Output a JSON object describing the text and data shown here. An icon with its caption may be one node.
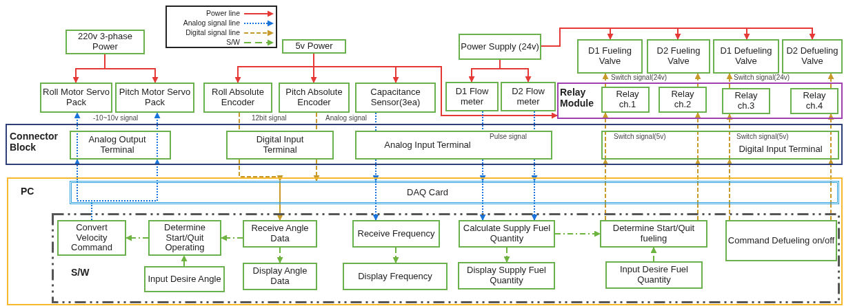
{
  "diagram": {
    "nodes": [
      {
        "text": [
          "220v 3-phase Power"
        ]
      },
      {
        "text": [
          "Roll Motor Servo Pack"
        ]
      },
      {
        "text": [
          "Pitch Motor Servo Pack"
        ]
      },
      {
        "text": [
          "5v Power"
        ]
      },
      {
        "text": [
          "Roll Absolute Encoder"
        ]
      },
      {
        "text": [
          "Pitch Absolute Encoder"
        ]
      },
      {
        "text": [
          "Capacitance Sensor(3ea)"
        ]
      },
      {
        "text": [
          "Power Supply (24v)"
        ]
      },
      {
        "text": [
          "D1 Flow meter"
        ]
      },
      {
        "text": [
          "D2 Flow meter"
        ]
      },
      {
        "text": [
          "D1 Fueling Valve"
        ]
      },
      {
        "text": [
          "D2 Fueling Valve"
        ]
      },
      {
        "text": [
          "D1 Defueling Valve"
        ]
      },
      {
        "text": [
          "D2 Defueling Valve"
        ]
      },
      {
        "text": [
          "Relay Module"
        ]
      },
      {
        "text": [
          "Relay ch.1"
        ],
        "in": 14
      },
      {
        "text": [
          "Relay ch.2"
        ],
        "in": 14
      },
      {
        "text": [
          "Relay ch.3"
        ],
        "in": 14
      },
      {
        "text": [
          "Relay ch.4"
        ],
        "in": 14
      },
      {
        "text": [
          "Connector Block"
        ]
      },
      {
        "text": [
          "Analog Output Terminal"
        ],
        "in": 19
      },
      {
        "text": [
          "Digital Input Terminal"
        ],
        "in": 19
      },
      {
        "text": [
          "Analog Input Terminal"
        ],
        "in": 19
      },
      {
        "text": [
          "Digital Input Terminal"
        ],
        "in": 19
      },
      {
        "text": [
          "PC"
        ]
      },
      {
        "text": [
          "DAQ Card"
        ],
        "in": 24
      },
      {
        "text": [
          "S/W"
        ],
        "in": 24
      },
      {
        "text": [
          "Convert Velocity Command"
        ],
        "in": 26
      },
      {
        "text": [
          "Determine Start/Quit Operating"
        ],
        "in": 26
      },
      {
        "text": [
          "Input Desire Angle"
        ],
        "in": 26
      },
      {
        "text": [
          "Receive Angle Data"
        ],
        "in": 26
      },
      {
        "text": [
          "Display Angle Data"
        ],
        "in": 26
      },
      {
        "text": [
          "Receive Frequency"
        ],
        "in": 26
      },
      {
        "text": [
          "Display Frequency"
        ],
        "in": 26
      },
      {
        "text": [
          "Calculate Supply Fuel Quantity"
        ],
        "in": 26
      },
      {
        "text": [
          "Display Supply Fuel Quantity"
        ],
        "in": 26
      },
      {
        "text": [
          "Determine Start/Quit fueling"
        ],
        "in": 26
      },
      {
        "text": [
          "Input Desire Fuel Quantity"
        ],
        "in": 26
      },
      {
        "text": [
          "Command Defueling on/off"
        ],
        "in": 26
      }
    ],
    "edges": [
      {
        "from": 0,
        "to": 1,
        "arrow": "to",
        "color": "#e53935"
      },
      {
        "from": 0,
        "to": 2,
        "arrow": "to",
        "color": "#e53935"
      },
      {
        "from": 3,
        "to": 4,
        "arrow": "to",
        "color": "#e53935"
      },
      {
        "from": 3,
        "to": 5,
        "arrow": "to",
        "color": "#e53935"
      },
      {
        "from": 3,
        "to": 6,
        "arrow": "to",
        "color": "#e53935"
      },
      {
        "from": 3,
        "to": 14,
        "arrow": "to",
        "color": "#e53935"
      },
      {
        "from": 7,
        "to": 8,
        "arrow": "to",
        "color": "#e53935"
      },
      {
        "from": 7,
        "to": 9,
        "arrow": "to",
        "color": "#e53935"
      },
      {
        "from": 7,
        "to": 10,
        "arrow": "to",
        "color": "#e53935"
      },
      {
        "from": 7,
        "to": 11,
        "arrow": "to",
        "color": "#e53935"
      },
      {
        "from": 7,
        "to": 12,
        "arrow": "to",
        "color": "#e53935"
      },
      {
        "from": 7,
        "to": 13,
        "arrow": "to",
        "color": "#e53935"
      },
      {
        "from": 27,
        "to": 25,
        "arrow": "none",
        "style": "dashed",
        "color": "#1a73d9"
      },
      {
        "from": 25,
        "to": 20,
        "arrow": "to",
        "style": "dashed",
        "color": "#1a73d9"
      },
      {
        "from": 25,
        "to": 20,
        "arrow": "to",
        "style": "dashed",
        "color": "#1a73d9"
      },
      {
        "from": 20,
        "to": 1,
        "arrow": "to",
        "style": "dashed",
        "color": "#1a73d9"
      },
      {
        "from": 20,
        "to": 2,
        "arrow": "to",
        "style": "dashed",
        "color": "#1a73d9"
      },
      {
        "from": 6,
        "to": 22,
        "arrow": "none",
        "style": "dashed",
        "color": "#1a73d9"
      },
      {
        "from": 22,
        "to": 25,
        "arrow": "to",
        "style": "dashed",
        "color": "#1a73d9"
      },
      {
        "from": 25,
        "to": 32,
        "arrow": "to",
        "style": "dashed",
        "color": "#1a73d9"
      },
      {
        "from": 8,
        "to": 22,
        "arrow": "none",
        "style": "dashed",
        "color": "#1a73d9"
      },
      {
        "from": 22,
        "to": 25,
        "arrow": "to",
        "style": "dashed",
        "color": "#1a73d9"
      },
      {
        "from": 25,
        "to": 34,
        "arrow": "to",
        "style": "dashed",
        "color": "#1a73d9"
      },
      {
        "from": 9,
        "to": 22,
        "arrow": "none",
        "style": "dashed",
        "color": "#1a73d9"
      },
      {
        "from": 22,
        "to": 25,
        "arrow": "to",
        "style": "dashed",
        "color": "#1a73d9"
      },
      {
        "from": 25,
        "to": 34,
        "arrow": "to",
        "style": "dashed",
        "color": "#1a73d9"
      },
      {
        "from": 4,
        "to": 21,
        "arrow": "none",
        "style": "dashed",
        "color": "#c89a2a"
      },
      {
        "from": 5,
        "to": 21,
        "arrow": "none",
        "style": "dashed",
        "color": "#c89a2a"
      },
      {
        "from": 21,
        "to": 25,
        "arrow": "to",
        "style": "dashed",
        "color": "#c89a2a"
      },
      {
        "from": 21,
        "to": 25,
        "arrow": "to",
        "style": "dashed",
        "color": "#c89a2a"
      },
      {
        "from": 25,
        "to": 30,
        "arrow": "to",
        "color": "#c89a2a"
      },
      {
        "from": 36,
        "to": 25,
        "arrow": "none",
        "style": "dashed",
        "color": "#c89a2a"
      },
      {
        "from": 25,
        "to": 23,
        "arrow": "to",
        "style": "dashed",
        "color": "#c89a2a"
      },
      {
        "from": 23,
        "to": 15,
        "arrow": "to",
        "style": "dashed",
        "color": "#c89a2a"
      },
      {
        "from": 36,
        "to": 25,
        "arrow": "none",
        "style": "dashed",
        "color": "#c89a2a"
      },
      {
        "from": 25,
        "to": 23,
        "arrow": "to",
        "style": "dashed",
        "color": "#c89a2a"
      },
      {
        "from": 23,
        "to": 16,
        "arrow": "to",
        "style": "dashed",
        "color": "#c89a2a"
      },
      {
        "from": 38,
        "to": 25,
        "arrow": "none",
        "style": "dashed",
        "color": "#c89a2a"
      },
      {
        "from": 25,
        "to": 23,
        "arrow": "to",
        "style": "dashed",
        "color": "#c89a2a"
      },
      {
        "from": 23,
        "to": 17,
        "arrow": "to",
        "style": "dashed",
        "color": "#c89a2a"
      },
      {
        "from": 38,
        "to": 25,
        "arrow": "none",
        "style": "dashed",
        "color": "#c89a2a"
      },
      {
        "from": 25,
        "to": 23,
        "arrow": "to",
        "style": "dashed",
        "color": "#c89a2a"
      },
      {
        "from": 23,
        "to": 18,
        "arrow": "to",
        "style": "dashed",
        "color": "#c89a2a"
      },
      {
        "from": 15,
        "to": 10,
        "arrow": "to",
        "style": "dashed",
        "color": "#c89a2a"
      },
      {
        "from": 16,
        "to": 11,
        "arrow": "to",
        "style": "dashed",
        "color": "#c89a2a"
      },
      {
        "from": 17,
        "to": 12,
        "arrow": "to",
        "style": "dashed",
        "color": "#c89a2a"
      },
      {
        "from": 18,
        "to": 13,
        "arrow": "to",
        "style": "dashed",
        "color": "#c89a2a"
      },
      {
        "from": 30,
        "to": 28,
        "arrow": "to",
        "style": "dashed",
        "color": "#6cb33f"
      },
      {
        "from": 28,
        "to": 27,
        "arrow": "to",
        "style": "dashed",
        "color": "#6cb33f"
      },
      {
        "from": 29,
        "to": 28,
        "arrow": "to",
        "style": "dashed",
        "color": "#6cb33f"
      },
      {
        "from": 30,
        "to": 31,
        "arrow": "to",
        "style": "dashed",
        "color": "#6cb33f"
      },
      {
        "from": 32,
        "to": 33,
        "arrow": "to",
        "style": "dashed",
        "color": "#6cb33f"
      },
      {
        "from": 34,
        "to": 35,
        "arrow": "to",
        "style": "dashed",
        "color": "#6cb33f"
      },
      {
        "from": 34,
        "to": 36,
        "arrow": "to",
        "style": "dashed",
        "color": "#6cb33f"
      },
      {
        "from": 37,
        "to": 36,
        "arrow": "to",
        "style": "dashed",
        "color": "#6cb33f"
      }
    ],
    "labels": [
      "Switch signal(24v)",
      "Switch signal(24v)",
      "-10~10v signal",
      "12bit signal",
      "Analog signal",
      "Pulse signal",
      "Switch signal(5v)",
      "Switch signal(5v)"
    ],
    "legend": [
      {
        "text": "Power line"
      },
      {
        "text": "Analog signal line"
      },
      {
        "text": "Digital signal line"
      },
      {
        "text": "S/W"
      }
    ]
  }
}
